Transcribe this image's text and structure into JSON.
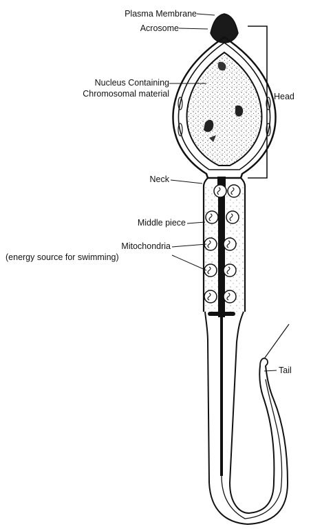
{
  "labels": {
    "plasma_membrane": "Plasma Membrane",
    "acrosome": "Acrosome",
    "nucleus_line1": "Nucleus Containing",
    "nucleus_line2": "Chromosomal material",
    "head": "Head",
    "neck": "Neck",
    "middle_piece": "Middle piece",
    "mitochondria_line1": "Mitochondria",
    "mitochondria_line2": "(energy source for swimming)",
    "tail": "Tail"
  },
  "colors": {
    "ink": "#111111",
    "background": "#ffffff",
    "stipple": "#555555"
  }
}
